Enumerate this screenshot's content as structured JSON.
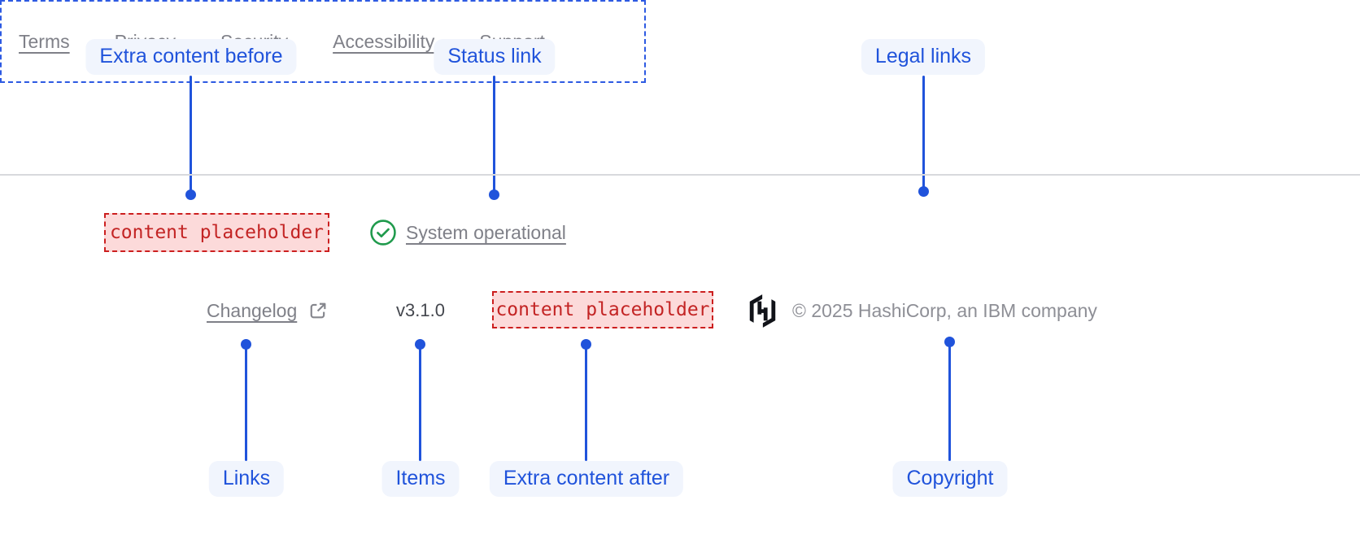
{
  "annotations": {
    "top_labels": [
      "Extra content before",
      "Status link",
      "Legal links"
    ],
    "bottom_labels": [
      "Links",
      "Items",
      "Extra content after",
      "Copyright"
    ],
    "accent_color": "#2053db",
    "pill_background": "#f1f5fd"
  },
  "footer": {
    "extra_content_before": "content placeholder",
    "status_link": "System operational",
    "status_color": "#1f9a4c",
    "legal_links": [
      "Terms",
      "Privacy",
      "Security",
      "Accessibility",
      "Support"
    ],
    "links": [
      "Changelog"
    ],
    "version": "v3.1.0",
    "extra_content_after": "content placeholder",
    "copyright": "© 2025 HashiCorp, an IBM company",
    "icons": {
      "status": "check-circle-icon",
      "changelog": "external-link-icon",
      "brand": "hashicorp-logo"
    },
    "placeholder_colors": {
      "border": "#cc1f1f",
      "background": "#fcdada",
      "text": "#c32424"
    },
    "link_color": "#7f8088"
  }
}
